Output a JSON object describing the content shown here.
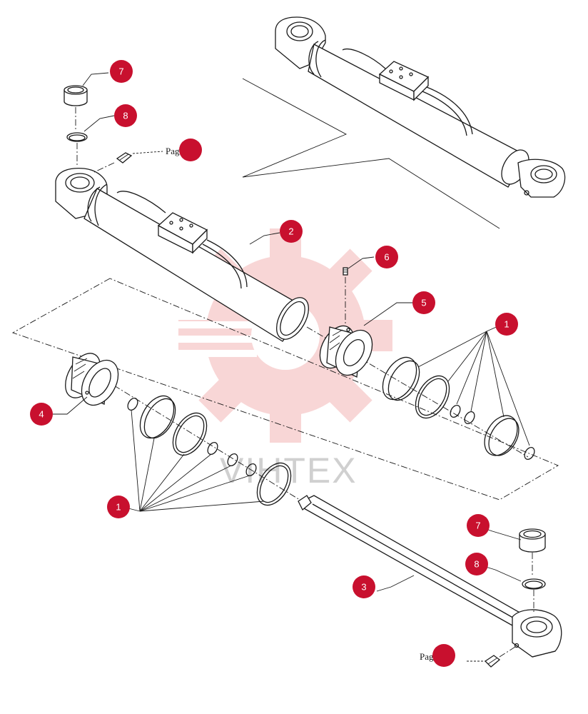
{
  "watermark": {
    "text": "VIHTEX",
    "color": "#f0a5a5"
  },
  "callouts": [
    {
      "id": "callout-7-top",
      "label": "7"
    },
    {
      "id": "callout-8-top",
      "label": "8"
    },
    {
      "id": "callout-2",
      "label": "2"
    },
    {
      "id": "callout-6",
      "label": "6"
    },
    {
      "id": "callout-5",
      "label": "5"
    },
    {
      "id": "callout-1-right",
      "label": "1"
    },
    {
      "id": "callout-4",
      "label": "4"
    },
    {
      "id": "callout-1-left",
      "label": "1"
    },
    {
      "id": "callout-7-bottom",
      "label": "7"
    },
    {
      "id": "callout-8-bottom",
      "label": "8"
    },
    {
      "id": "callout-3",
      "label": "3"
    }
  ],
  "page_refs": [
    {
      "id": "pag-ref-top",
      "text": "Pag. 1"
    },
    {
      "id": "pag-ref-bottom",
      "text": "Pag. 1"
    }
  ],
  "accent_color": "#c8102e"
}
